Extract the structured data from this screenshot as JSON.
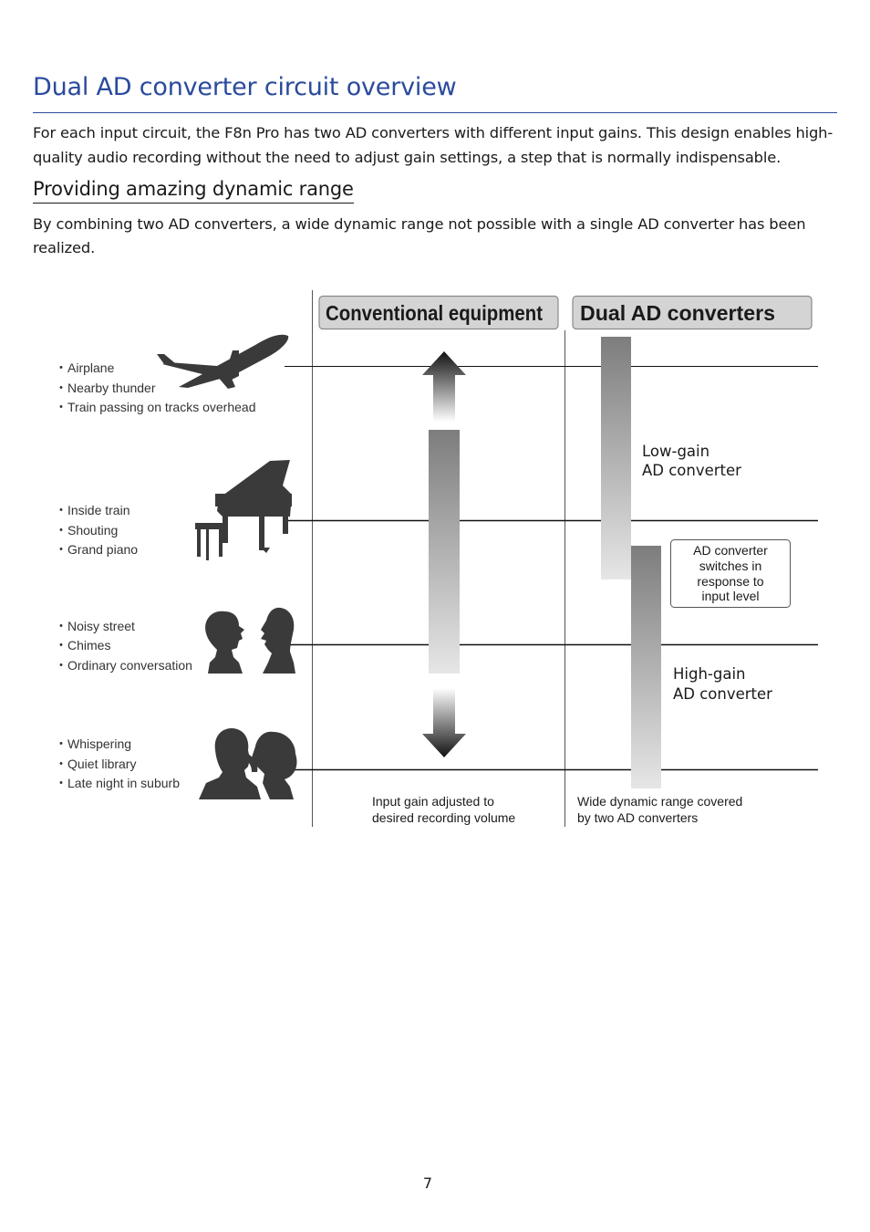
{
  "page": {
    "title": "Dual AD converter circuit overview",
    "intro": "For each input circuit, the F8n Pro has two AD converters with different input gains. This design enables high-quality audio recording without the need to adjust gain settings, a step that is normally indispensable.",
    "subtitle": "Providing amazing dynamic range",
    "body": "By combining two AD converters, a wide dynamic range not possible with a single AD converter has been realized.",
    "page_number": "7"
  },
  "diagram": {
    "col_headers": {
      "conventional": "Conventional equipment",
      "dual": "Dual AD converters"
    },
    "sound_groups": [
      {
        "items": [
          "・Airplane",
          "・Nearby thunder",
          "・Train passing on tracks overhead"
        ],
        "icon": "airplane-icon"
      },
      {
        "items": [
          "・Inside train",
          "・Shouting",
          "・Grand piano"
        ],
        "icon": "grand-piano-icon"
      },
      {
        "items": [
          "・Noisy street",
          "・Chimes",
          "・Ordinary conversation"
        ],
        "icon": "conversation-icon"
      },
      {
        "items": [
          "・Whispering",
          "・Quiet library",
          "・Late night in suburb"
        ],
        "icon": "whispering-icon"
      }
    ],
    "low_gain_label": [
      "Low-gain",
      "AD converter"
    ],
    "high_gain_label": [
      "High-gain",
      "AD converter"
    ],
    "switch_note": [
      "AD converter",
      "switches in",
      "response to",
      "input level"
    ],
    "caption_conventional": [
      "Input gain adjusted to",
      "desired recording volume"
    ],
    "caption_dual": [
      "Wide dynamic range covered",
      "by two AD converters"
    ]
  }
}
